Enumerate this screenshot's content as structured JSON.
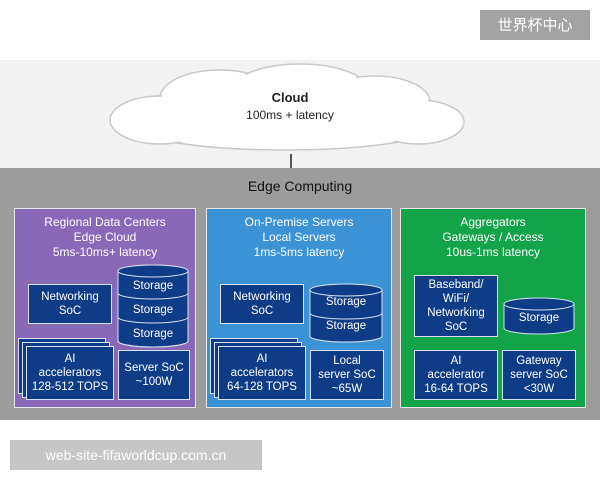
{
  "watermark": {
    "top": "世界杯中心",
    "bottom": "web-site-fifaworldcup.com.cn"
  },
  "cloud": {
    "title": "Cloud",
    "latency": "100ms + latency"
  },
  "edge": {
    "title": "Edge Computing"
  },
  "regional": {
    "line1": "Regional Data Centers",
    "line2": "Edge Cloud",
    "line3": "5ms-10ms+ latency",
    "networking": [
      "Networking",
      "SoC"
    ],
    "storage": [
      "Storage",
      "Storage",
      "Storage"
    ],
    "ai": [
      "AI",
      "accelerators",
      "128-512 TOPS"
    ],
    "server": [
      "Server SoC",
      "~100W"
    ]
  },
  "onprem": {
    "line1": "On-Premise Servers",
    "line2": "Local Servers",
    "line3": "1ms-5ms latency",
    "networking": [
      "Networking",
      "SoC"
    ],
    "storage": [
      "Storage",
      "Storage"
    ],
    "ai": [
      "AI",
      "accelerators",
      "64-128 TOPS"
    ],
    "server": [
      "Local",
      "server SoC",
      "~65W"
    ]
  },
  "agg": {
    "line1": "Aggregators",
    "line2": "Gateways / Access",
    "line3": "10us-1ms latency",
    "baseband": [
      "Baseband/",
      "WiFi/",
      "Networking",
      "SoC"
    ],
    "storage": [
      "Storage"
    ],
    "ai": [
      "AI",
      "accelerator",
      "16-64 TOPS"
    ],
    "gateway": [
      "Gateway",
      "server SoC",
      "<30W"
    ]
  },
  "colors": {
    "regional": "#8a68b8",
    "onprem": "#3b93d6",
    "aggregators": "#13a449",
    "block": "#0e3c86",
    "edge": "#9c9c9c"
  }
}
